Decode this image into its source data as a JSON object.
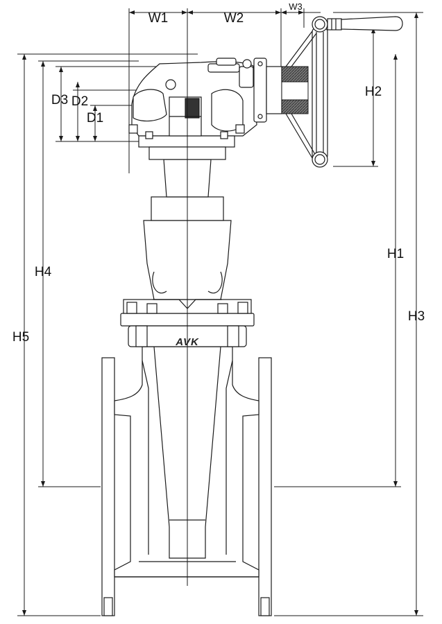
{
  "diagram": {
    "brand_mark": "AVK",
    "dimensions": {
      "W1": "W1",
      "W2": "W2",
      "W3": "W3",
      "H1": "H1",
      "H2": "H2",
      "H3": "H3",
      "H4": "H4",
      "H5": "H5",
      "D1": "D1",
      "D2": "D2",
      "D3": "D3"
    },
    "colors": {
      "line": "#1a1a1a",
      "shade": "#555555",
      "background": "#ffffff"
    }
  }
}
